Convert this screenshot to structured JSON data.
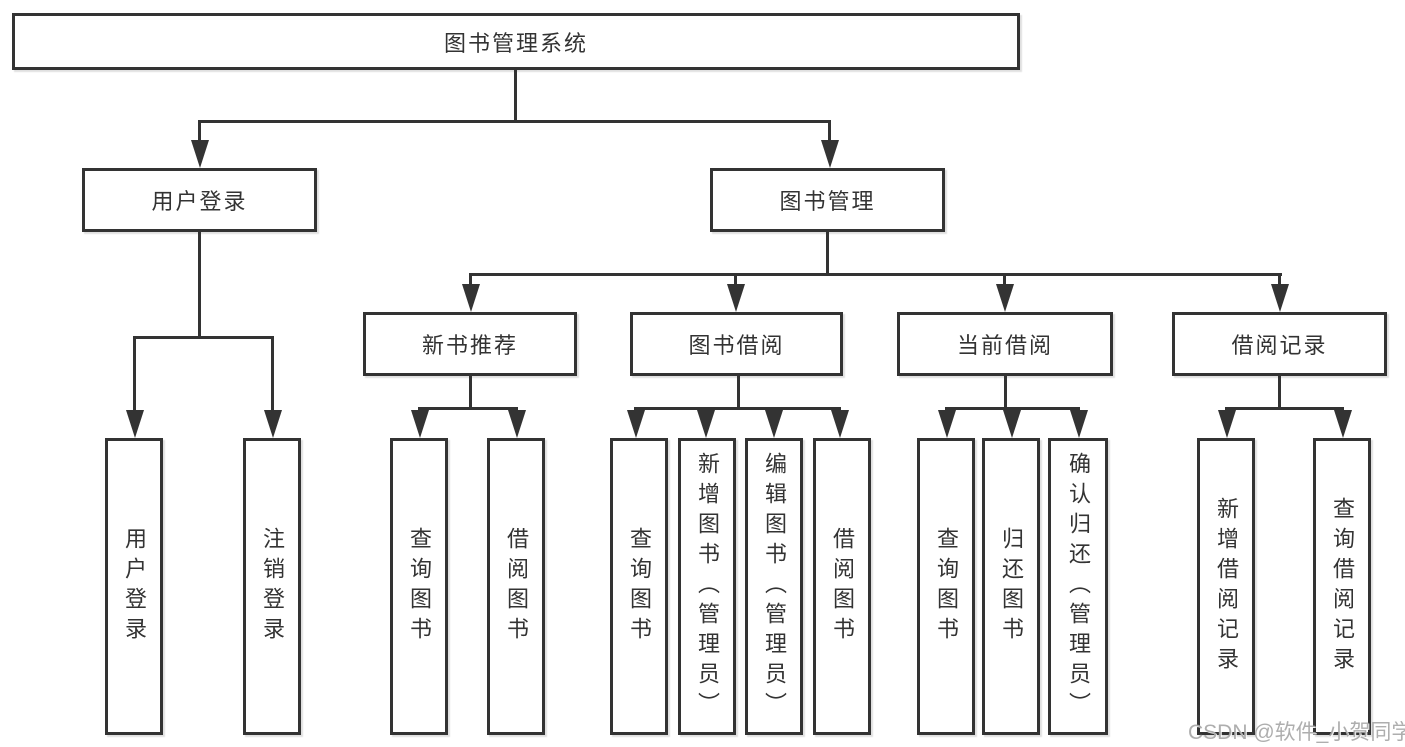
{
  "diagram": {
    "root": {
      "label": "图书管理系统"
    },
    "level2": {
      "user_login": {
        "label": "用户登录"
      },
      "book_manage": {
        "label": "图书管理"
      }
    },
    "level3": {
      "new_book": {
        "label": "新书推荐"
      },
      "book_borrow": {
        "label": "图书借阅"
      },
      "current_borrow": {
        "label": "当前借阅"
      },
      "borrow_records": {
        "label": "借阅记录"
      }
    },
    "leaves": {
      "user_login": [
        "用户登录",
        "注销登录"
      ],
      "new_book": [
        "查询图书",
        "借阅图书"
      ],
      "book_borrow": [
        "查询图书",
        "新增图书（管理员）",
        "编辑图书（管理员）",
        "借阅图书"
      ],
      "current_borrow": [
        "查询图书",
        "归还图书",
        "确认归还（管理员）"
      ],
      "borrow_records": [
        "新增借阅记录",
        "查询借阅记录"
      ]
    }
  },
  "watermark": {
    "text": "CSDN @软件_小贺同学"
  },
  "colors": {
    "line": "#333333",
    "text": "#333333",
    "watermark": "#a5a5a5",
    "background": "#ffffff"
  }
}
